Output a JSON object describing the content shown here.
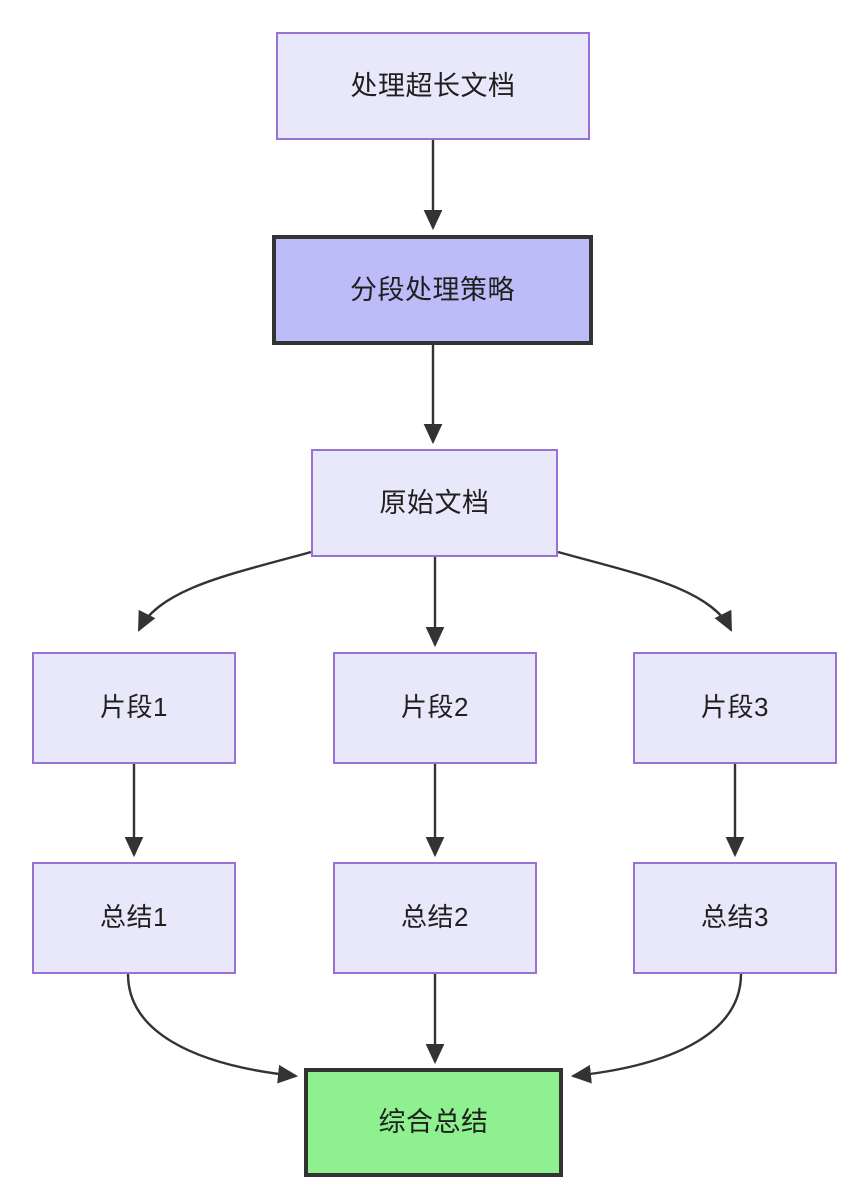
{
  "diagram": {
    "type": "flowchart",
    "direction": "top-to-bottom",
    "background_color": "#ffffff",
    "edge_color": "#333333",
    "title_node": "处理超长文档",
    "nodes": {
      "root": {
        "label": "处理超长文档",
        "fill": "#e9e8fb",
        "stroke": "#9a70d4",
        "style": "normal"
      },
      "strategy": {
        "label": "分段处理策略",
        "fill": "#bcbcf9",
        "stroke": "#333333",
        "style": "highlight"
      },
      "source": {
        "label": "原始文档",
        "fill": "#e9e8fb",
        "stroke": "#9a70d4",
        "style": "normal"
      },
      "chunk1": {
        "label": "片段1",
        "fill": "#e9e8fb",
        "stroke": "#9a70d4",
        "style": "normal"
      },
      "chunk2": {
        "label": "片段2",
        "fill": "#e9e8fb",
        "stroke": "#9a70d4",
        "style": "normal"
      },
      "chunk3": {
        "label": "片段3",
        "fill": "#e9e8fb",
        "stroke": "#9a70d4",
        "style": "normal"
      },
      "summary1": {
        "label": "总结1",
        "fill": "#e9e8fb",
        "stroke": "#9a70d4",
        "style": "normal"
      },
      "summary2": {
        "label": "总结2",
        "fill": "#e9e8fb",
        "stroke": "#9a70d4",
        "style": "normal"
      },
      "summary3": {
        "label": "总结3",
        "fill": "#e9e8fb",
        "stroke": "#9a70d4",
        "style": "normal"
      },
      "final": {
        "label": "综合总结",
        "fill": "#8ef08e",
        "stroke": "#333333",
        "style": "final"
      }
    },
    "edges": [
      {
        "from": "root",
        "to": "strategy",
        "shape": "straight"
      },
      {
        "from": "strategy",
        "to": "source",
        "shape": "straight"
      },
      {
        "from": "source",
        "to": "chunk1",
        "shape": "curve"
      },
      {
        "from": "source",
        "to": "chunk2",
        "shape": "straight"
      },
      {
        "from": "source",
        "to": "chunk3",
        "shape": "curve"
      },
      {
        "from": "chunk1",
        "to": "summary1",
        "shape": "straight"
      },
      {
        "from": "chunk2",
        "to": "summary2",
        "shape": "straight"
      },
      {
        "from": "chunk3",
        "to": "summary3",
        "shape": "straight"
      },
      {
        "from": "summary1",
        "to": "final",
        "shape": "curve"
      },
      {
        "from": "summary2",
        "to": "final",
        "shape": "straight"
      },
      {
        "from": "summary3",
        "to": "final",
        "shape": "curve"
      }
    ]
  }
}
